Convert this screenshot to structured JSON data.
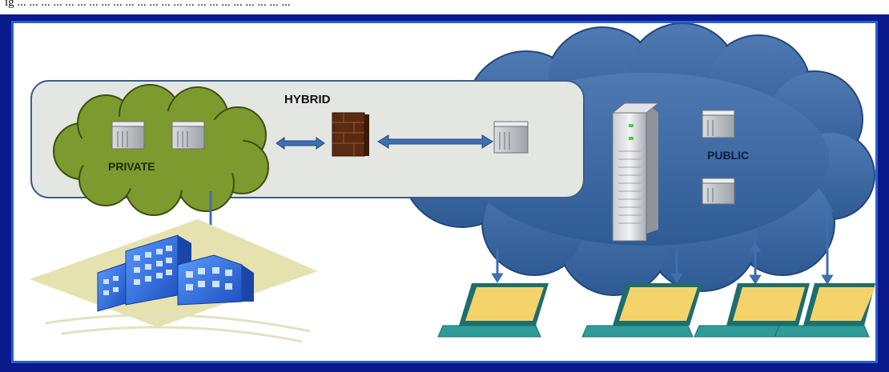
{
  "caption_top": "ig ... ... ... ... ... ... ... ... ... ... ... ... ... ... ... ... ... ... ... ... ... ... ...",
  "labels": {
    "hybrid": "HYBRID",
    "private": "PRIVATE",
    "public": "PUBLIC"
  },
  "colors": {
    "frame": "#0a1a8c",
    "frame_border": "#2a5fd6",
    "public_cloud": "#3f6aa3",
    "private_cloud": "#7d9a2e",
    "hybrid_panel": "#e4e6e2",
    "laptop_screen": "#f3d36a",
    "laptop_body": "#2f9c9a",
    "arrow": "#3f6fb0",
    "building": "#2f6fe0",
    "firewall": "#5a2a12"
  }
}
